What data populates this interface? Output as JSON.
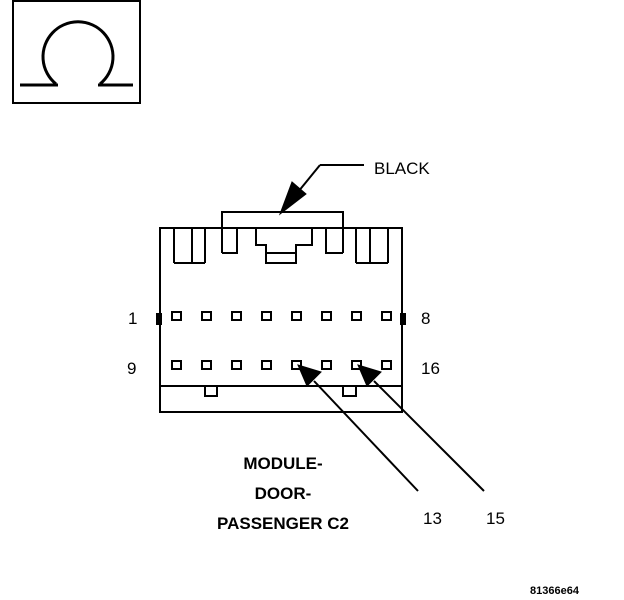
{
  "connector": {
    "color_label": "BLACK",
    "pin_first_row_start": "1",
    "pin_first_row_end": "8",
    "pin_second_row_start": "9",
    "pin_second_row_end": "16",
    "callout_pin_a": "13",
    "callout_pin_b": "15"
  },
  "caption": {
    "line1": "MODULE-",
    "line2": "DOOR-",
    "line3": "PASSENGER C2"
  },
  "figure_id": "81366e64",
  "icons": {
    "symbol": "omega-icon"
  }
}
